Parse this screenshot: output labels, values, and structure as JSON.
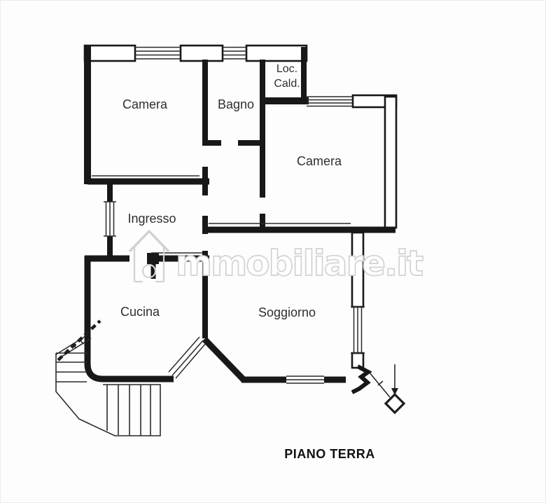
{
  "plan": {
    "floor_label": "PIANO TERRA",
    "rooms": [
      {
        "key": "camera-nord",
        "label": "Camera"
      },
      {
        "key": "bagno",
        "label": "Bagno"
      },
      {
        "key": "locale-caldaia",
        "line1": "Loc.",
        "line2": "Cald."
      },
      {
        "key": "camera-est",
        "label": "Camera"
      },
      {
        "key": "ingresso",
        "label": "Ingresso"
      },
      {
        "key": "cucina",
        "label": "Cucina"
      },
      {
        "key": "soggiorno",
        "label": "Soggiorno"
      }
    ]
  },
  "watermark": {
    "brand": "immobiliare.it",
    "text_after_icon": "mmobiliare.it",
    "icon": "immobiliare-house-icon"
  },
  "colors": {
    "wall": "#181818",
    "bg": "#fdfdfd",
    "watermark": "#d2d2d2",
    "label": "#2f2f2f",
    "title": "#111111"
  }
}
